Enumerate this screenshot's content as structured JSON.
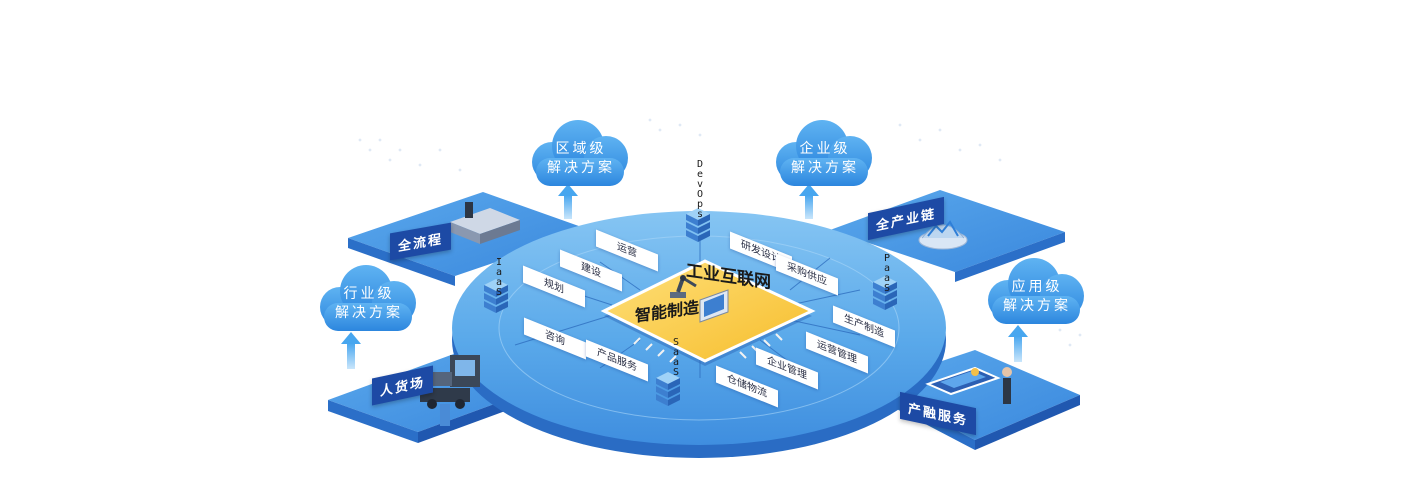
{
  "clouds": {
    "regional": [
      "区域级",
      "解决方案"
    ],
    "enterprise": [
      "企业级",
      "解决方案"
    ],
    "industry": [
      "行业级",
      "解决方案"
    ],
    "application": [
      "应用级",
      "解决方案"
    ]
  },
  "tags": {
    "full_process": "全流程",
    "full_chain": "全产业链",
    "people_goods_place": "人货场",
    "industry_finance": "产融服务"
  },
  "center": {
    "network": "工业互联网",
    "chip": "智能制造"
  },
  "layers": {
    "devops": "DevOps",
    "iaas": "IaaS",
    "paas": "PaaS",
    "saas": "SaaS"
  },
  "cards": {
    "operation": "运营",
    "construction": "建设",
    "planning": "规划",
    "consulting": "咨询",
    "product_service": "产品服务",
    "rd_design": "研发设计",
    "procurement": "采购供应",
    "production": "生产制造",
    "ops_management": "运营管理",
    "enterprise_management": "企业管理",
    "warehouse_logistics": "仓储物流"
  }
}
